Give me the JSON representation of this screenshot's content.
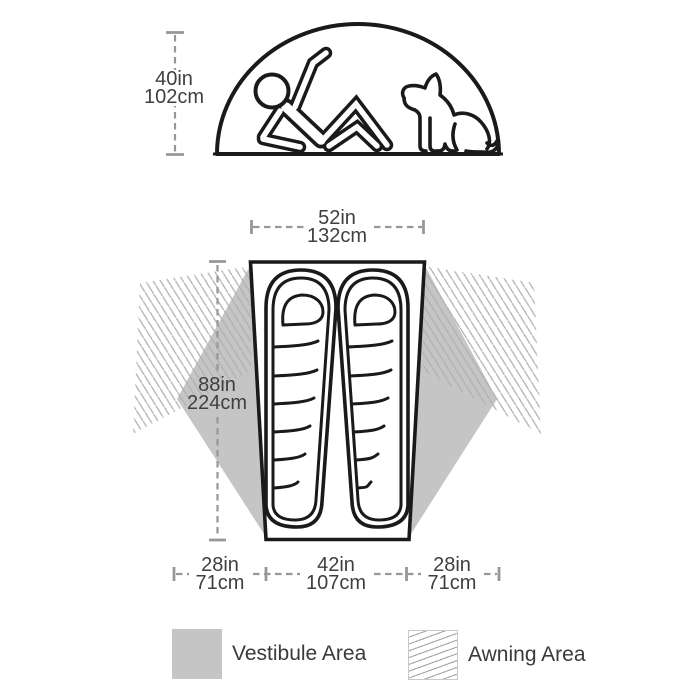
{
  "diagram_title": "tent-dimensions-diagram",
  "dimensions": {
    "tent_height": {
      "in": "40in",
      "cm": "102cm"
    },
    "head_width": {
      "in": "52in",
      "cm": "132cm"
    },
    "floor_length": {
      "in": "88in",
      "cm": "224cm"
    },
    "vestibule_left": {
      "in": "28in",
      "cm": "71cm"
    },
    "foot_width": {
      "in": "42in",
      "cm": "107cm"
    },
    "vestibule_right": {
      "in": "28in",
      "cm": "71cm"
    }
  },
  "legend": {
    "vestibule_label": "Vestibule Area",
    "awning_label": "Awning Area"
  },
  "colors": {
    "ink": "#1a1a1a",
    "text": "#3f3f3f",
    "dimension_line": "#979797",
    "vestibule_fill": "#c5c5c5",
    "hatch_line": "#b0b0b0"
  }
}
